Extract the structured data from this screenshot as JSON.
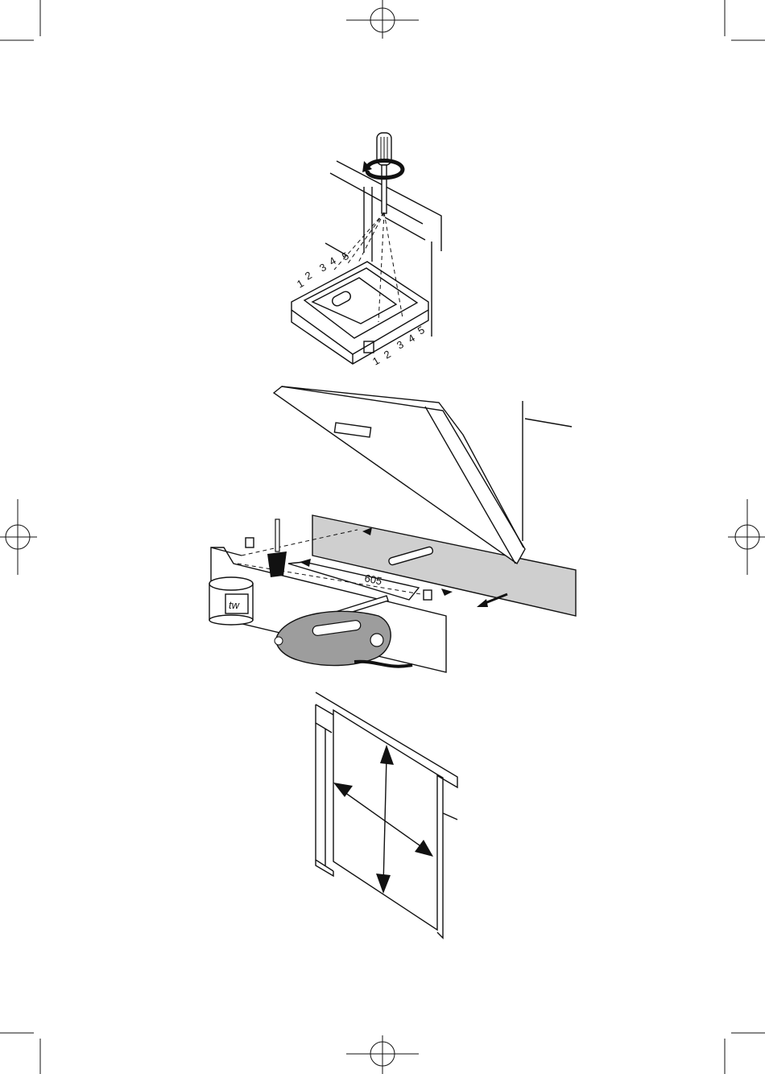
{
  "figure1": {
    "left_scale": [
      "1",
      "2",
      "3",
      "4",
      "5"
    ],
    "right_scale": [
      "1",
      "2",
      "3",
      "4",
      "5"
    ]
  },
  "figure2": {
    "dimension_label": "605",
    "pot_logo": "tw"
  },
  "figure3": {}
}
